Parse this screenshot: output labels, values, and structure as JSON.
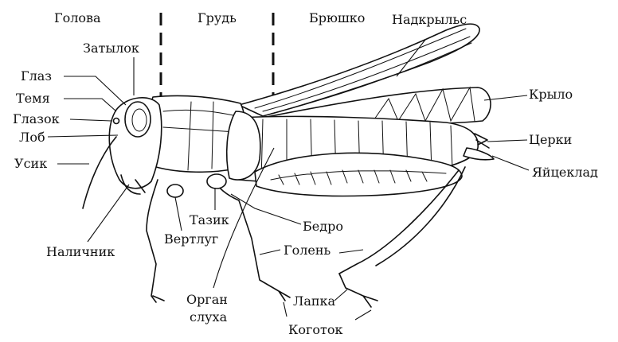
{
  "sections": {
    "head": "Голова",
    "thorax": "Грудь",
    "abdomen": "Брюшко"
  },
  "labels": {
    "nadkrylye": "Надкрыльс",
    "zatylok": "Затылок",
    "glaz": "Глаз",
    "temya": "Темя",
    "glazok": "Глазок",
    "lob": "Лоб",
    "usik": "Усик",
    "krylo": "Крыло",
    "cerki": "Церки",
    "yaytseklad": "Яйцеклад",
    "tazik": "Тазик",
    "bedro": "Бедро",
    "nalichnik": "Наличник",
    "vertlug": "Вертлуг",
    "golen": "Голень",
    "organ_line1": "Орган",
    "organ_line2": "слуха",
    "lapka": "Лапка",
    "kogotok": "Коготок"
  },
  "colors": {
    "ink": "#111111",
    "paper": "#ffffff"
  }
}
